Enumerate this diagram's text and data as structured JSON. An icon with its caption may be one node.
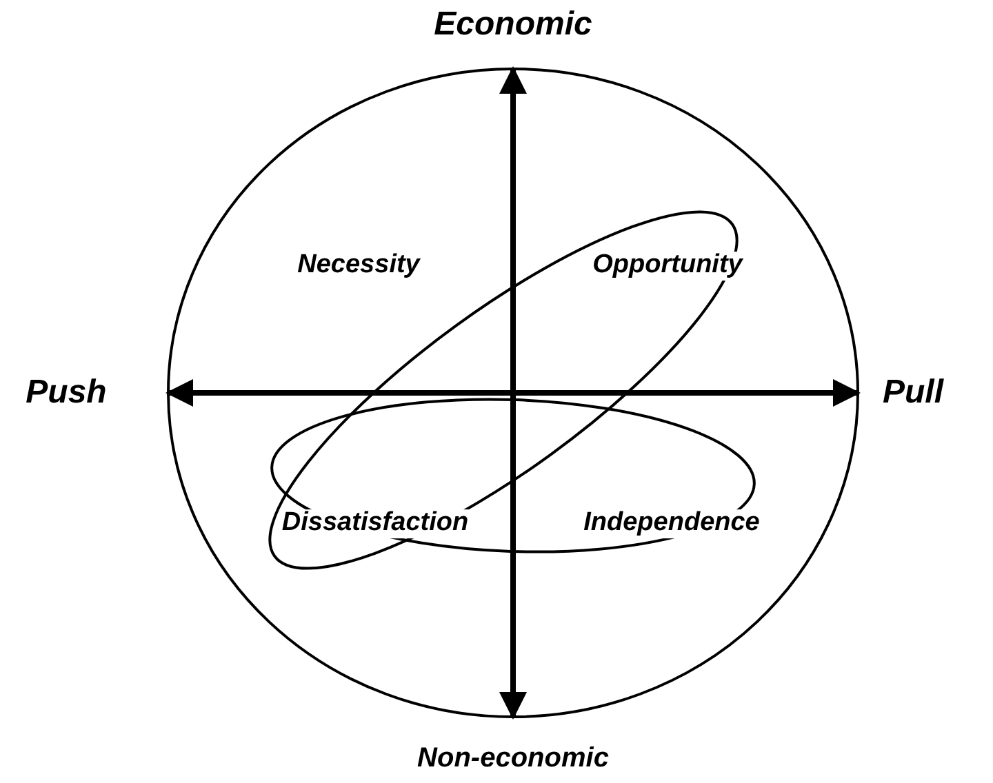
{
  "diagram": {
    "labels": [
      "Economic",
      "Necessity",
      "Opportunity",
      "Push",
      "Pull",
      "Dissatisfaction",
      "Independence",
      "Non-economic"
    ]
  }
}
